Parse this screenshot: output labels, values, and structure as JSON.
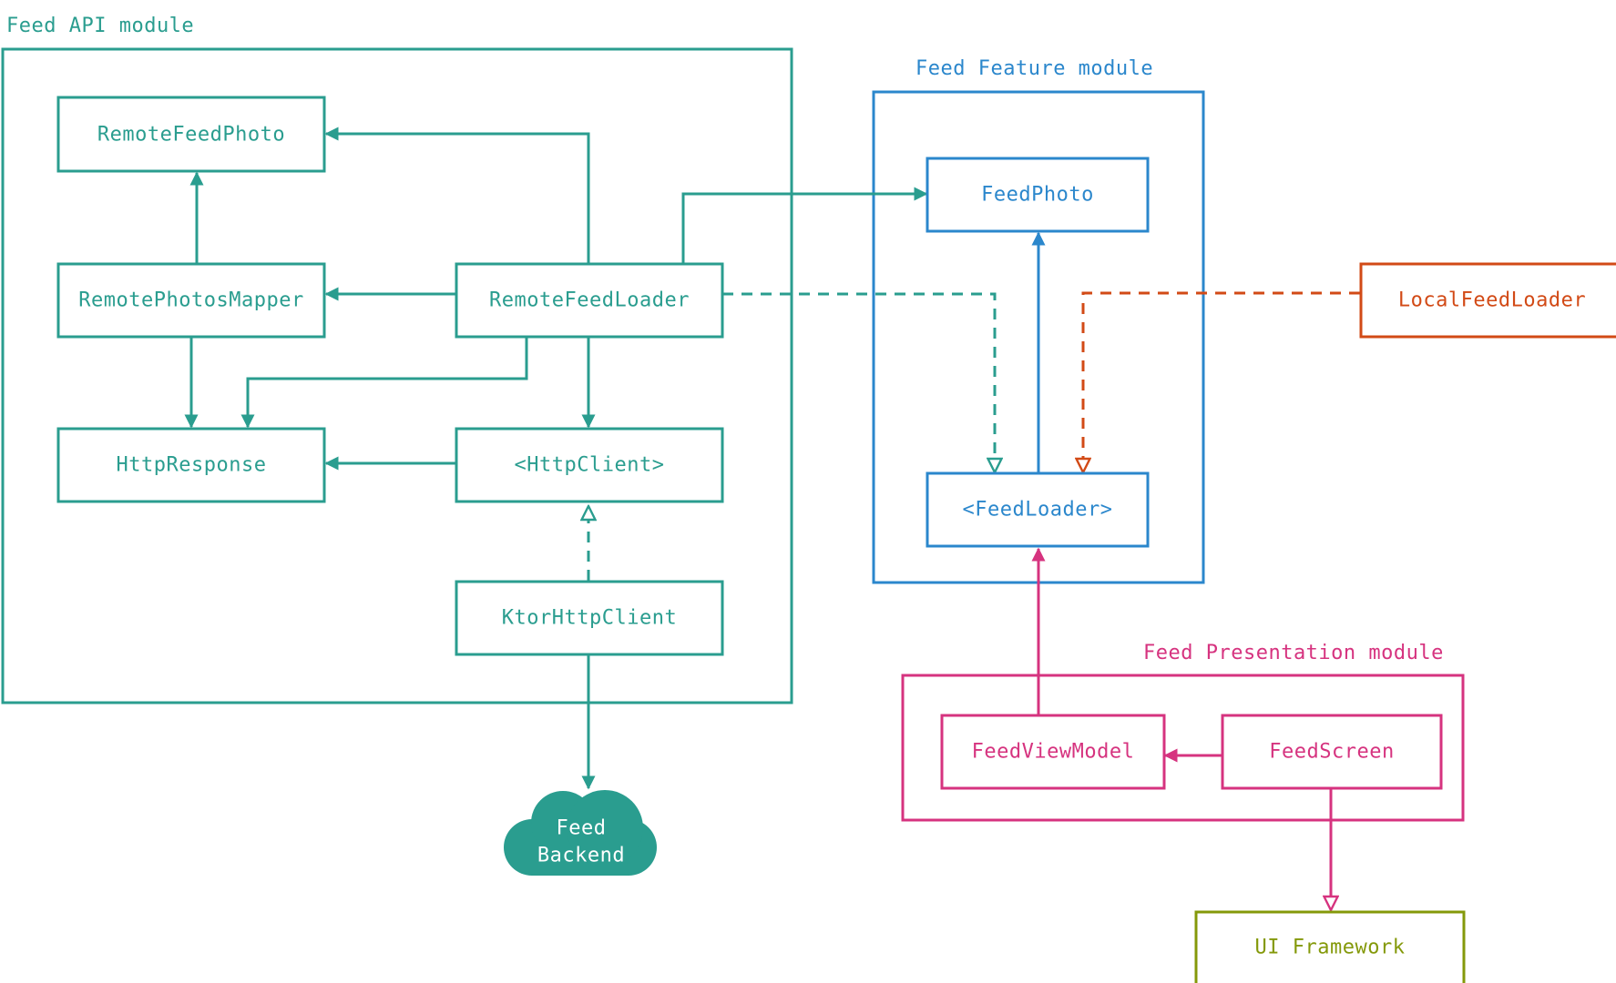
{
  "colors": {
    "teal": "#2a9d8f",
    "blue": "#2b87cc",
    "orange": "#d24a16",
    "pink": "#d6337f",
    "olive": "#84990a"
  },
  "modules": {
    "api": "Feed API module",
    "feature": "Feed Feature module",
    "presentation": "Feed Presentation module"
  },
  "nodes": {
    "remote_feed_photo": "RemoteFeedPhoto",
    "remote_photos_mapper": "RemotePhotosMapper",
    "remote_feed_loader": "RemoteFeedLoader",
    "http_response": "HttpResponse",
    "http_client": "<HttpClient>",
    "ktor_http_client": "KtorHttpClient",
    "feed_photo": "FeedPhoto",
    "feed_loader": "<FeedLoader>",
    "local_feed_loader": "LocalFeedLoader",
    "feed_view_model": "FeedViewModel",
    "feed_screen": "FeedScreen",
    "ui_framework": "UI Framework"
  },
  "backend": {
    "line1": "Feed",
    "line2": "Backend",
    "icon": "cloud-icon"
  }
}
